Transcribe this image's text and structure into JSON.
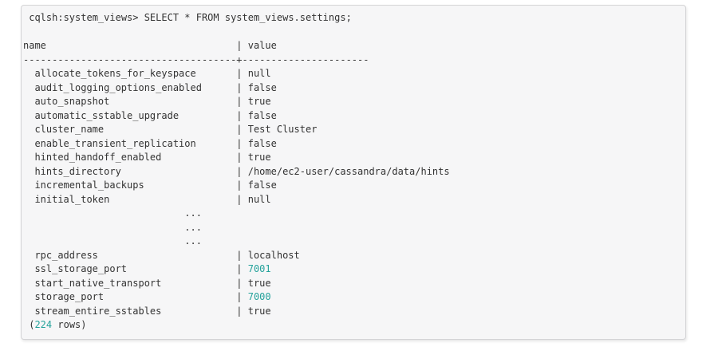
{
  "colors": {
    "text": "#333333",
    "number_value": "#26a39c"
  },
  "terminal": {
    "prompt_command": "cqlsh:system_views> SELECT * FROM system_views.settings;",
    "table": {
      "header_name": "name",
      "header_value": "value",
      "separator": "|",
      "divider": "-------------------------------------+----------------------",
      "ellipsis_text": "...",
      "rows": [
        {
          "type": "text",
          "name": "allocate_tokens_for_keyspace",
          "value": "null"
        },
        {
          "type": "text",
          "name": "audit_logging_options_enabled",
          "value": "false"
        },
        {
          "type": "text",
          "name": "auto_snapshot",
          "value": "true"
        },
        {
          "type": "text",
          "name": "automatic_sstable_upgrade",
          "value": "false"
        },
        {
          "type": "text",
          "name": "cluster_name",
          "value": "Test Cluster"
        },
        {
          "type": "text",
          "name": "enable_transient_replication",
          "value": "false"
        },
        {
          "type": "text",
          "name": "hinted_handoff_enabled",
          "value": "true"
        },
        {
          "type": "text",
          "name": "hints_directory",
          "value": "/home/ec2-user/cassandra/data/hints"
        },
        {
          "type": "text",
          "name": "incremental_backups",
          "value": "false"
        },
        {
          "type": "text",
          "name": "initial_token",
          "value": "null"
        },
        {
          "type": "ellipsis",
          "name": "",
          "value": ""
        },
        {
          "type": "ellipsis",
          "name": "",
          "value": ""
        },
        {
          "type": "ellipsis",
          "name": "",
          "value": ""
        },
        {
          "type": "text",
          "name": "rpc_address",
          "value": "localhost"
        },
        {
          "type": "number",
          "name": "ssl_storage_port",
          "value": "7001"
        },
        {
          "type": "text",
          "name": "start_native_transport",
          "value": "true"
        },
        {
          "type": "number",
          "name": "storage_port",
          "value": "7000"
        },
        {
          "type": "text",
          "name": "stream_entire_sstables",
          "value": "true"
        }
      ],
      "row_count": {
        "open": "(",
        "count": "224",
        "close": " rows)"
      }
    }
  }
}
